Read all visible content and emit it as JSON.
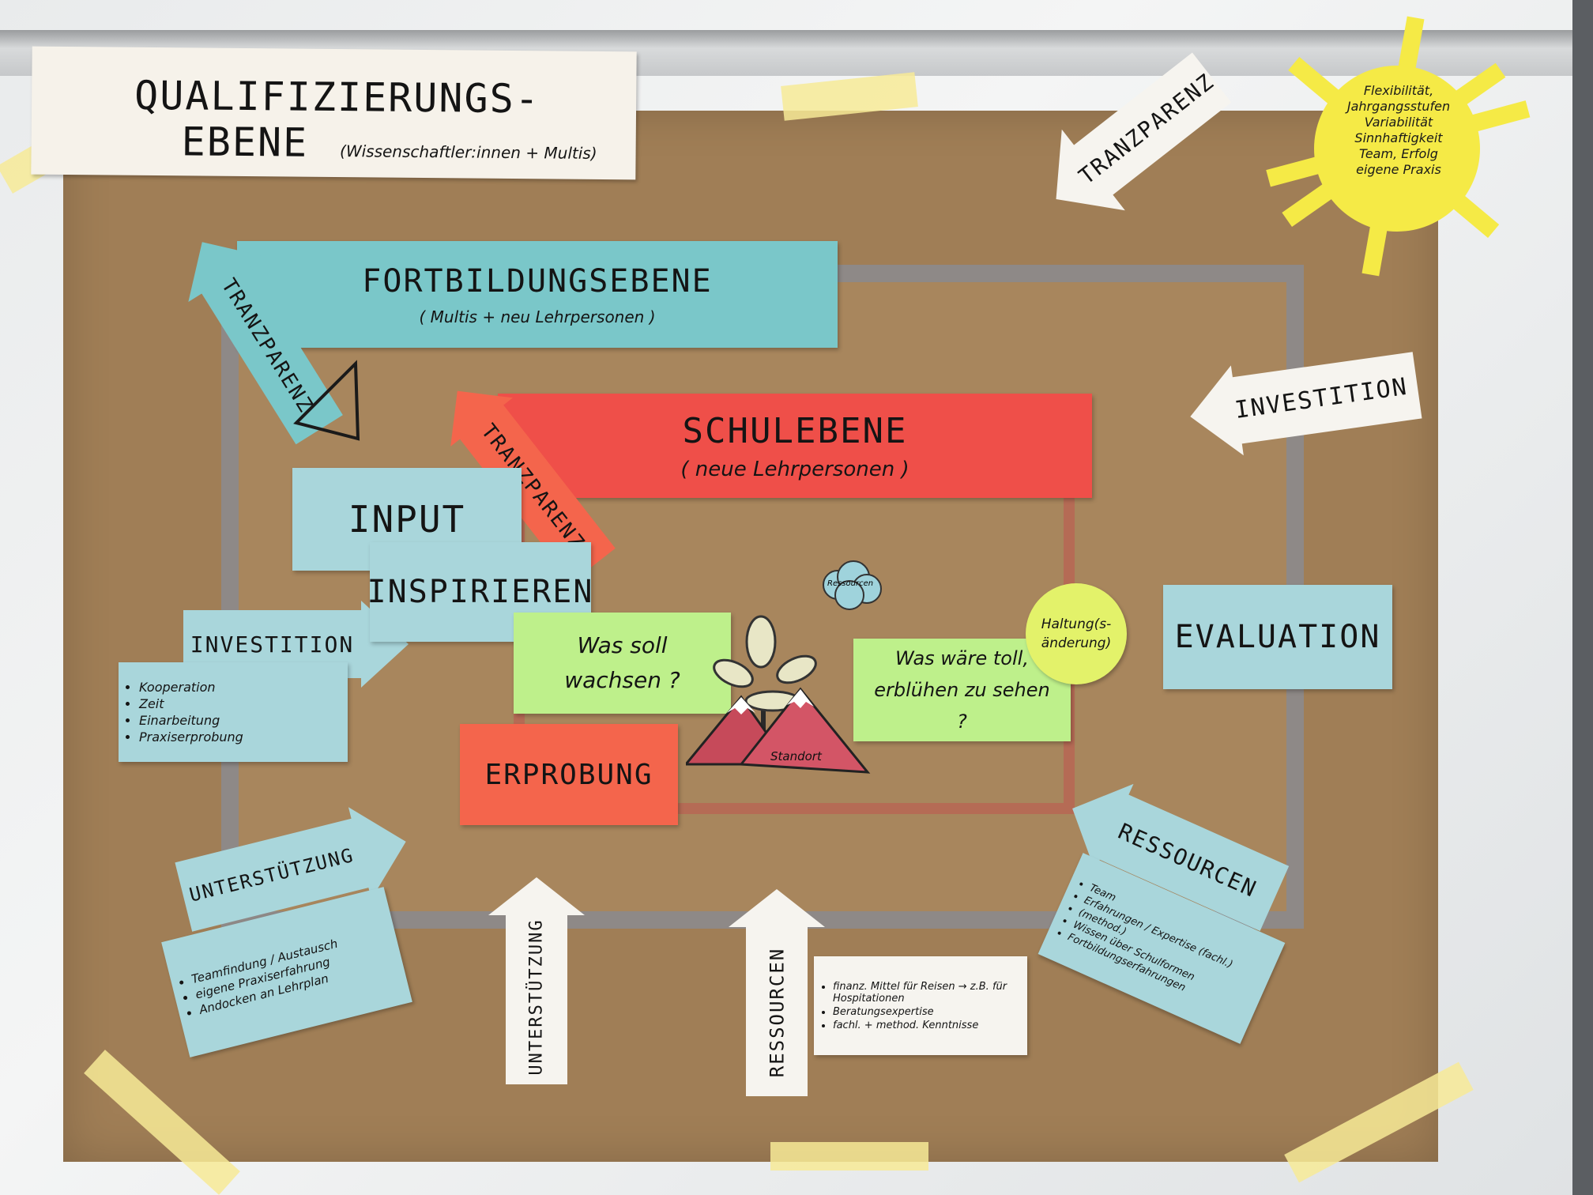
{
  "board": {
    "paper_color": "#a07e56",
    "colors": {
      "cyan": "#7ac7c9",
      "light_blue": "#a9d6db",
      "red": "#ef4f49",
      "salmon": "#f4654c",
      "green": "#bef08b",
      "yellow": "#f5ea46",
      "white": "#f6f4ef"
    }
  },
  "notes": {
    "qualification_title_line1": "QUALIFIZIERUNGS-",
    "qualification_title_line2": "EBENE",
    "qualification_sub": "(Wissenschaftler:innen + Multis)",
    "training_title": "FORTBILDUNGSEBENE",
    "training_sub": "( Multis + neu Lehrpersonen )",
    "school_title": "SCHULEBENE",
    "school_sub": "( neue Lehrpersonen )",
    "input": "INPUT",
    "inspire": "INSPIRIEREN",
    "grow_q": "Was soll wachsen ?",
    "bloom_q": "Was wäre toll, erblühen zu sehen ?",
    "attitude": "Haltung(s-änderung)",
    "trying": "ERPROBUNG",
    "evaluation": "EVALUATION",
    "site": "Standort",
    "cloud": "Ressourcen",
    "left_investment_list": [
      "Kooperation",
      "Zeit",
      "Einarbeitung",
      "Praxiserprobung"
    ],
    "left_support_list": [
      "Teamfindung / Austausch",
      "eigene Praxiserfahrung",
      "Andocken an Lehrplan"
    ],
    "bottom_resources_list": [
      "finanz. Mittel für Reisen → z.B. für Hospitationen",
      "Beratungsexpertise",
      "fachl. + method. Kenntnisse"
    ],
    "right_resources_list": [
      "Team",
      "Erfahrungen / Expertise (fachl.)",
      "(method.)",
      "Wissen über Schulformen",
      "Fortbildungserfahrungen"
    ]
  },
  "sun": {
    "items": [
      "Flexibilität,",
      "Jahrgangsstufen",
      "Variabilität",
      "Sinnhaftigkeit",
      "Team, Erfolg",
      "eigene Praxis"
    ]
  },
  "arrows": {
    "transparency_top_right": "TRANZPARENZ",
    "transparency_left": "TRANZPARENZ",
    "transparency_center": "TRANZPARENZ",
    "investment_right": "INVESTITION",
    "investment_left": "INVESTITION",
    "resources_right": "RESSOURCEN",
    "support_left": "UNTERSTÜTZUNG",
    "support_bottom": "UNTERSTÜTZUNG",
    "resources_bottom": "RESSOURCEN"
  }
}
